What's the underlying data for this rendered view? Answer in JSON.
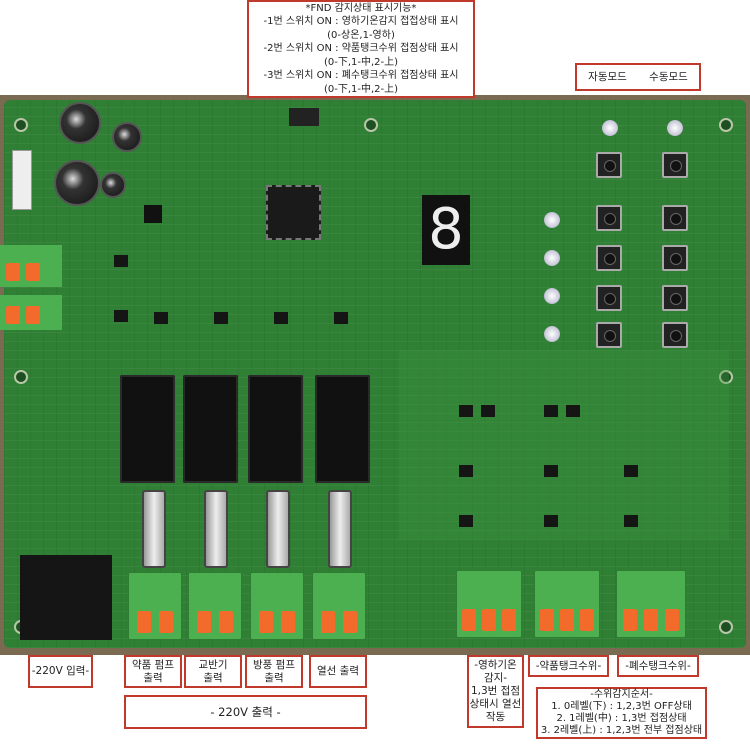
{
  "fnd_note": {
    "title": "*FND 감지상태 표시기능*",
    "lines": [
      "-1번 스위치 ON : 영하기온감지 접접상태 표시",
      "(0-상온,1-영하)",
      "-2번 스위치 ON : 약품탱크수위 접점상태 표시",
      "(0-下,1-中,2-上)",
      "-3번 스위치 ON : 폐수탱크수위 접점상태 표시",
      "(0-下,1-中,2-上)"
    ]
  },
  "mode_labels": {
    "auto": "자동모드",
    "manual": "수동모드"
  },
  "bottom": {
    "input_220v": "-220V 입력-",
    "outputs": [
      [
        "약품 펌프",
        "출력"
      ],
      [
        "교반기",
        "출력"
      ],
      [
        "방풍 펌프",
        "출력"
      ],
      [
        "열선 출력",
        ""
      ]
    ],
    "output_220v": "- 220V 출력 -",
    "freeze": [
      "-영하기온",
      "감지-",
      "1,3번 접점",
      "상태시 열선",
      "작동"
    ],
    "chem_tank": "-약품탱크수위-",
    "waste_tank": "-폐수탱크수위-",
    "level_order": {
      "title": "-수위감지순서-",
      "lines": [
        "1. 0레벨(下) : 1,2,3번 OFF상태",
        "2. 1레벨(中) : 1,3번 접점상태",
        "3. 2레벨(上) : 1,2,3번 전부 접점상태"
      ]
    }
  },
  "fnd_digit": "8",
  "colors": {
    "board": "#2f7f35",
    "annotation_border": "#c0392b",
    "terminal": "#4caf50",
    "lever": "#f26b2a"
  }
}
